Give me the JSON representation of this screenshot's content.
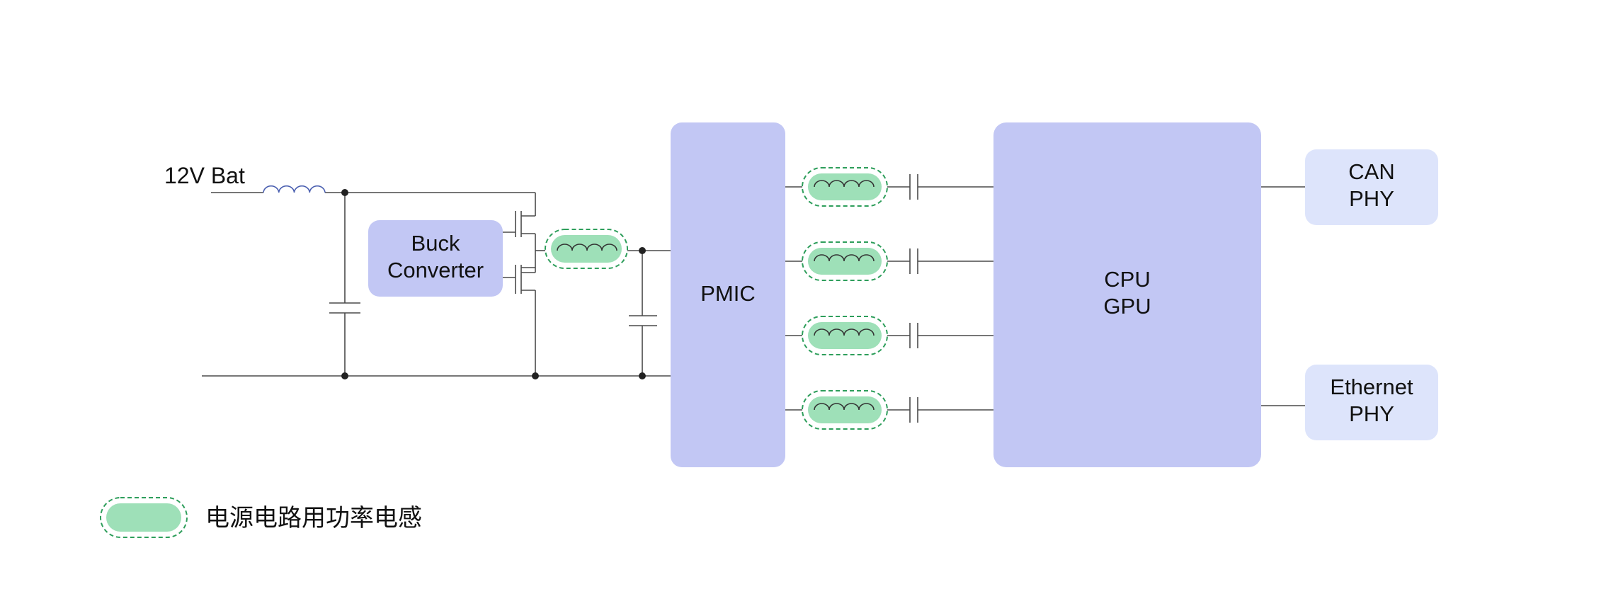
{
  "colors": {
    "block_primary": "#c2c7f4",
    "block_secondary": "#dde4fb",
    "inductor_fill": "#9ee0b8",
    "inductor_border": "#2e9e5b",
    "wire": "#4a4a4a"
  },
  "source": {
    "label": "12V Bat"
  },
  "blocks": {
    "buck": {
      "line1": "Buck",
      "line2": "Converter"
    },
    "pmic": {
      "label": "PMIC"
    },
    "cpu": {
      "line1": "CPU",
      "line2": "GPU"
    },
    "can": {
      "line1": "CAN",
      "line2": "PHY"
    },
    "ethernet": {
      "line1": "Ethernet",
      "line2": "PHY"
    }
  },
  "legend": {
    "label": "电源电路用功率电感"
  }
}
